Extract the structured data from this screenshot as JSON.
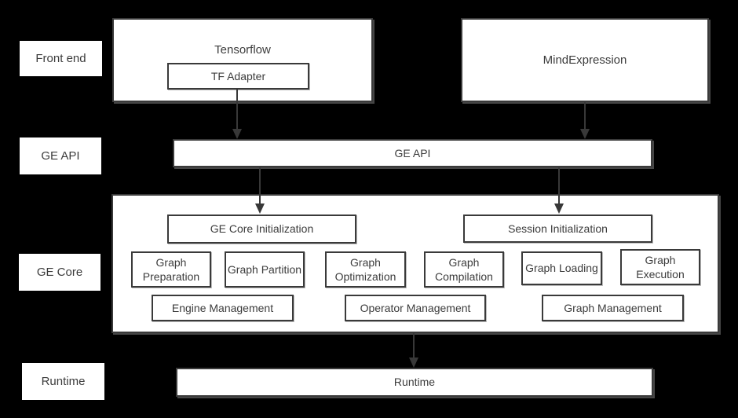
{
  "colors": {
    "background": "#000000",
    "box_fill": "#ffffff",
    "border": "#3a3a3a",
    "text": "#3c3c3c",
    "arrow": "#383838"
  },
  "side_labels": {
    "front_end": "Front end",
    "ge_api": "GE API",
    "ge_core": "GE Core",
    "runtime": "Runtime"
  },
  "front_end": {
    "tensorflow": "Tensorflow",
    "tf_adapter": "TF Adapter",
    "mind_expression": "MindExpression"
  },
  "api": {
    "label": "GE API"
  },
  "ge_core": {
    "ge_core_initialization": "GE Core Initialization",
    "session_initialization": "Session Initialization",
    "modules": [
      "Graph Preparation",
      "Graph Partition",
      "Graph Optimization",
      "Graph Compilation",
      "Graph Loading",
      "Graph Execution"
    ],
    "management": [
      "Engine Management",
      "Operator Management",
      "Graph Management"
    ]
  },
  "runtime": {
    "label": "Runtime"
  }
}
